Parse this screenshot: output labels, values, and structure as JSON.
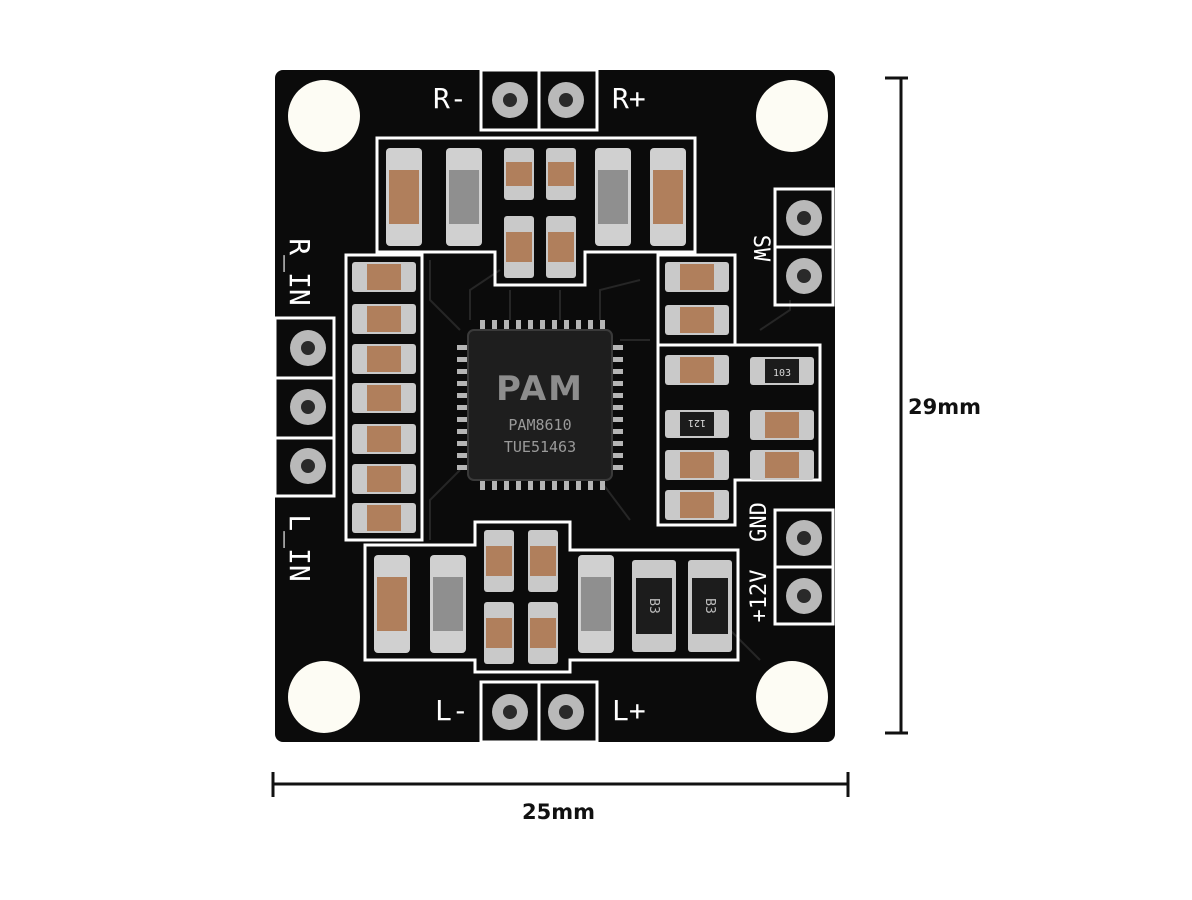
{
  "board": {
    "pins": {
      "r_minus": "R-",
      "r_plus": "R+",
      "l_minus": "L-",
      "l_plus": "L+",
      "r_in": "R_IN",
      "l_in": "L_IN",
      "sw": "SW",
      "gnd": "GND",
      "v12": "+12V"
    },
    "chip": {
      "logo": "PAM",
      "model": "PAM8610",
      "batch": "TUE51463"
    },
    "small_markings": {
      "resistor_a": "103",
      "resistor_b": "121",
      "diode_a": "B3",
      "diode_b": "B3"
    }
  },
  "dimensions": {
    "width_label": "25mm",
    "height_label": "29mm"
  },
  "colors": {
    "pcb": "#0b0b0b",
    "silkscreen": "#ffffff",
    "pad": "#c9c9c9",
    "cap_body": "#b07f5c",
    "dim_line": "#111111"
  }
}
